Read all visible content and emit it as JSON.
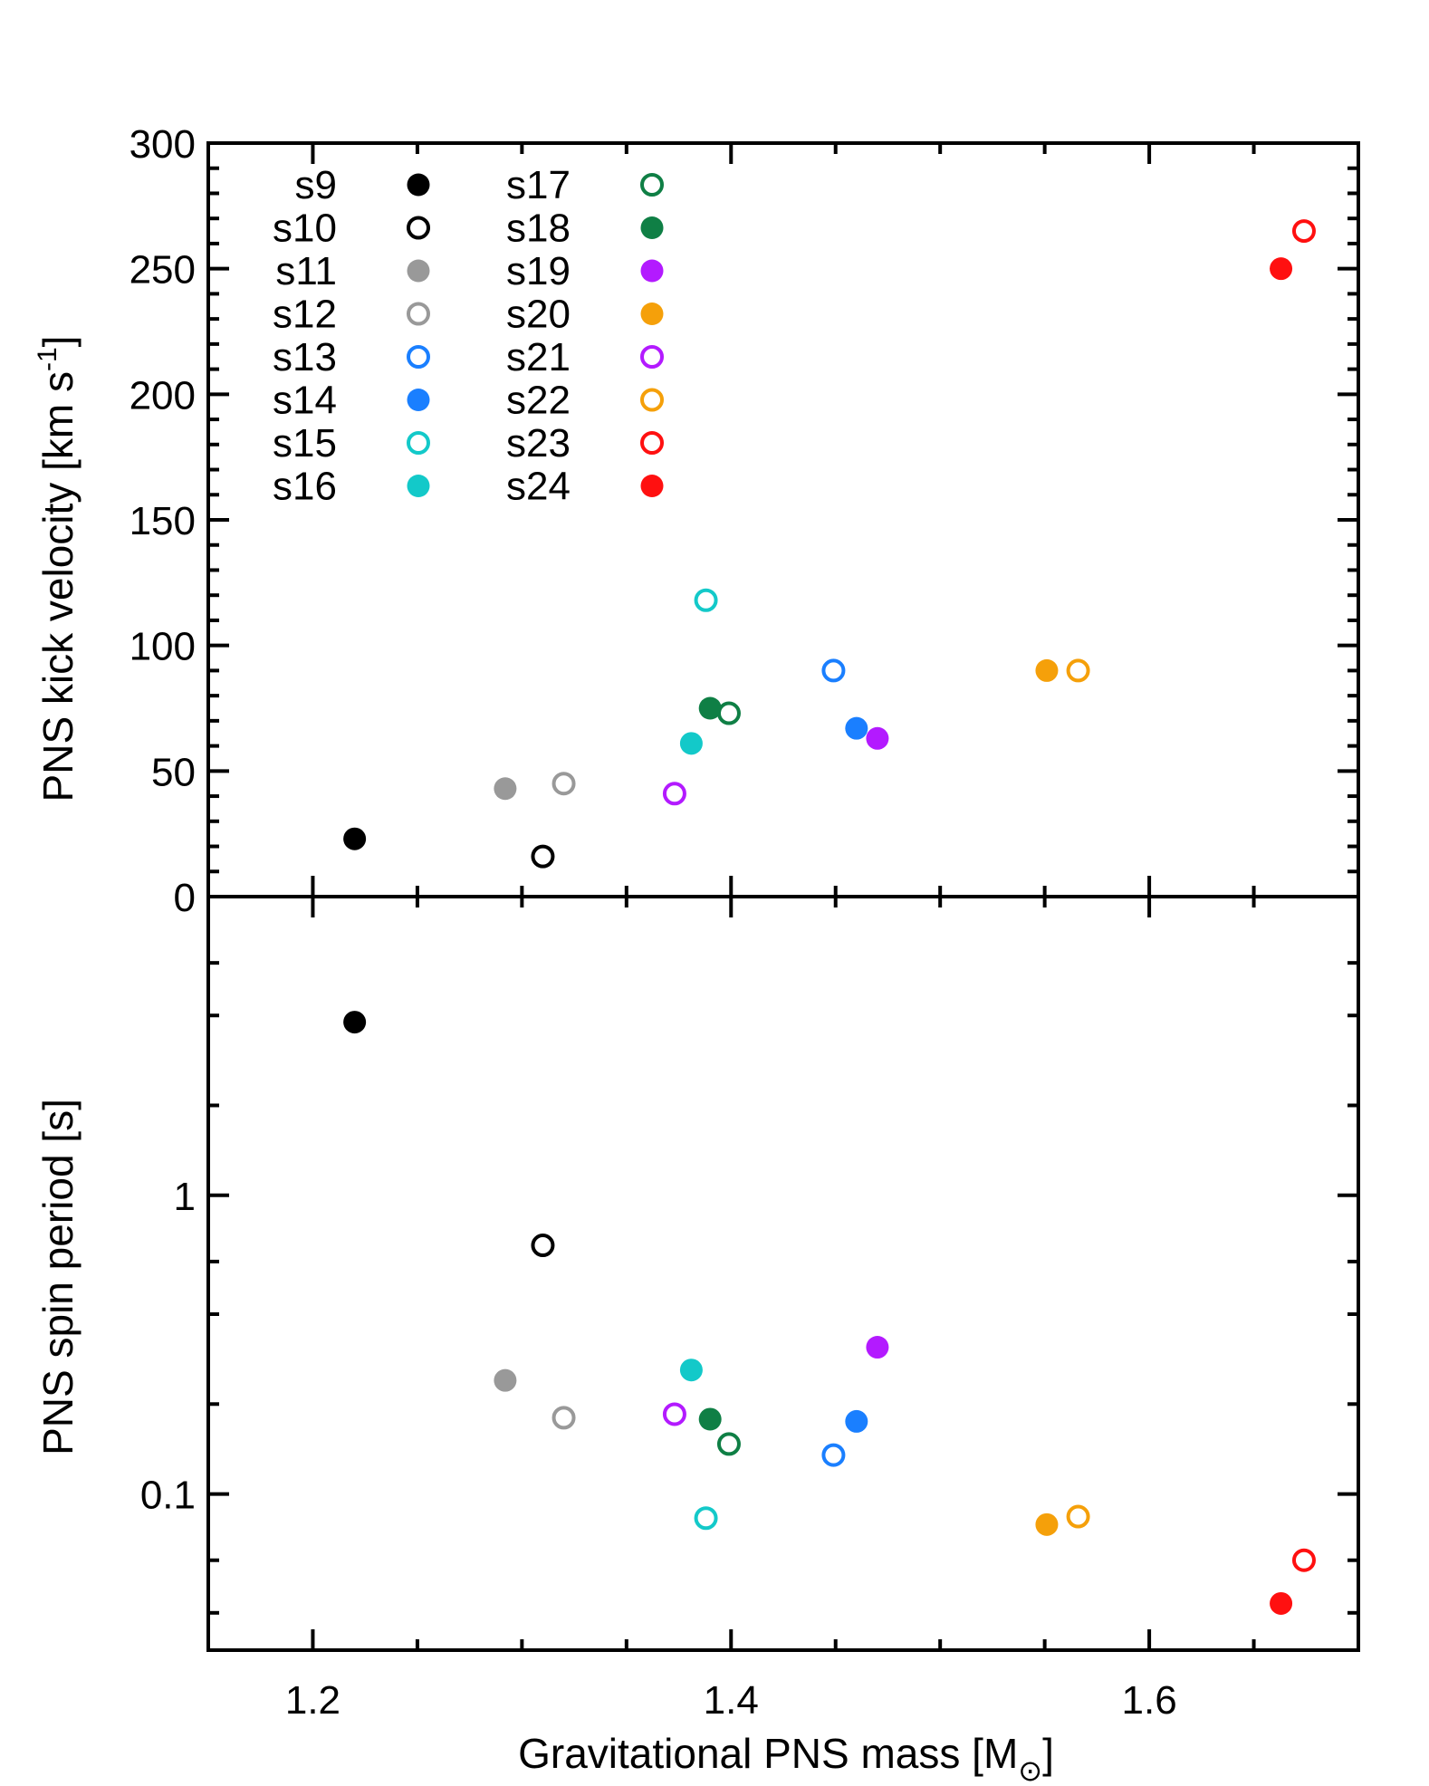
{
  "chart_data": [
    {
      "type": "scatter",
      "xlabel": "Gravitational PNS mass [M⊙]",
      "ylabel": "PNS kick velocity [km s-1]",
      "ylim": [
        0,
        300
      ],
      "yticks": [
        0,
        50,
        100,
        150,
        200,
        250,
        300
      ],
      "ytick_labels": [
        "0",
        "50",
        "100",
        "150",
        "200",
        "250",
        "300"
      ],
      "xlim": [
        1.15,
        1.7
      ],
      "xticks": [
        1.2,
        1.4,
        1.6
      ],
      "legend_position": "top-left",
      "series": [
        {
          "name": "s9",
          "color": "#000000",
          "marker": "filled",
          "x": 1.22,
          "y": 23
        },
        {
          "name": "s10",
          "color": "#000000",
          "marker": "open",
          "x": 1.31,
          "y": 16
        },
        {
          "name": "s11",
          "color": "#999999",
          "marker": "filled",
          "x": 1.292,
          "y": 43
        },
        {
          "name": "s12",
          "color": "#999999",
          "marker": "open",
          "x": 1.32,
          "y": 45
        },
        {
          "name": "s13",
          "color": "#1a7fff",
          "marker": "open",
          "x": 1.449,
          "y": 90
        },
        {
          "name": "s14",
          "color": "#1a7fff",
          "marker": "filled",
          "x": 1.46,
          "y": 67
        },
        {
          "name": "s15",
          "color": "#13c9c9",
          "marker": "open",
          "x": 1.388,
          "y": 118
        },
        {
          "name": "s16",
          "color": "#13c9c9",
          "marker": "filled",
          "x": 1.381,
          "y": 61
        },
        {
          "name": "s17",
          "color": "#0f7f45",
          "marker": "open",
          "x": 1.399,
          "y": 73
        },
        {
          "name": "s18",
          "color": "#0f7f45",
          "marker": "filled",
          "x": 1.39,
          "y": 75
        },
        {
          "name": "s19",
          "color": "#b31aff",
          "marker": "filled",
          "x": 1.47,
          "y": 63
        },
        {
          "name": "s20",
          "color": "#f5a00a",
          "marker": "filled",
          "x": 1.551,
          "y": 90
        },
        {
          "name": "s21",
          "color": "#b31aff",
          "marker": "open",
          "x": 1.373,
          "y": 41
        },
        {
          "name": "s22",
          "color": "#f5a00a",
          "marker": "open",
          "x": 1.566,
          "y": 90
        },
        {
          "name": "s23",
          "color": "#ff1010",
          "marker": "open",
          "x": 1.674,
          "y": 265
        },
        {
          "name": "s24",
          "color": "#ff1010",
          "marker": "filled",
          "x": 1.663,
          "y": 250
        }
      ]
    },
    {
      "type": "scatter",
      "xlabel": "Gravitational PNS mass [M⊙]",
      "ylabel": "PNS spin period [s]",
      "yscale": "log",
      "ylim": [
        0.03,
        10
      ],
      "yticks": [
        0.1,
        1
      ],
      "ytick_labels": [
        "0.1",
        "1"
      ],
      "xlim": [
        1.15,
        1.7
      ],
      "xticks": [
        1.2,
        1.4,
        1.6
      ],
      "xtick_labels": [
        "1.2",
        "1.4",
        "1.6"
      ],
      "series": [
        {
          "name": "s9",
          "color": "#000000",
          "marker": "filled",
          "x": 1.22,
          "y": 3.8
        },
        {
          "name": "s10",
          "color": "#000000",
          "marker": "open",
          "x": 1.31,
          "y": 0.68
        },
        {
          "name": "s11",
          "color": "#999999",
          "marker": "filled",
          "x": 1.292,
          "y": 0.24
        },
        {
          "name": "s12",
          "color": "#999999",
          "marker": "open",
          "x": 1.32,
          "y": 0.18
        },
        {
          "name": "s13",
          "color": "#1a7fff",
          "marker": "open",
          "x": 1.449,
          "y": 0.135
        },
        {
          "name": "s14",
          "color": "#1a7fff",
          "marker": "filled",
          "x": 1.46,
          "y": 0.175
        },
        {
          "name": "s15",
          "color": "#13c9c9",
          "marker": "open",
          "x": 1.388,
          "y": 0.083
        },
        {
          "name": "s16",
          "color": "#13c9c9",
          "marker": "filled",
          "x": 1.381,
          "y": 0.26
        },
        {
          "name": "s17",
          "color": "#0f7f45",
          "marker": "open",
          "x": 1.399,
          "y": 0.147
        },
        {
          "name": "s18",
          "color": "#0f7f45",
          "marker": "filled",
          "x": 1.39,
          "y": 0.178
        },
        {
          "name": "s19",
          "color": "#b31aff",
          "marker": "filled",
          "x": 1.47,
          "y": 0.31
        },
        {
          "name": "s20",
          "color": "#f5a00a",
          "marker": "filled",
          "x": 1.551,
          "y": 0.079
        },
        {
          "name": "s21",
          "color": "#b31aff",
          "marker": "open",
          "x": 1.373,
          "y": 0.185
        },
        {
          "name": "s22",
          "color": "#f5a00a",
          "marker": "open",
          "x": 1.566,
          "y": 0.084
        },
        {
          "name": "s23",
          "color": "#ff1010",
          "marker": "open",
          "x": 1.674,
          "y": 0.06
        },
        {
          "name": "s24",
          "color": "#ff1010",
          "marker": "filled",
          "x": 1.663,
          "y": 0.043
        }
      ]
    }
  ]
}
